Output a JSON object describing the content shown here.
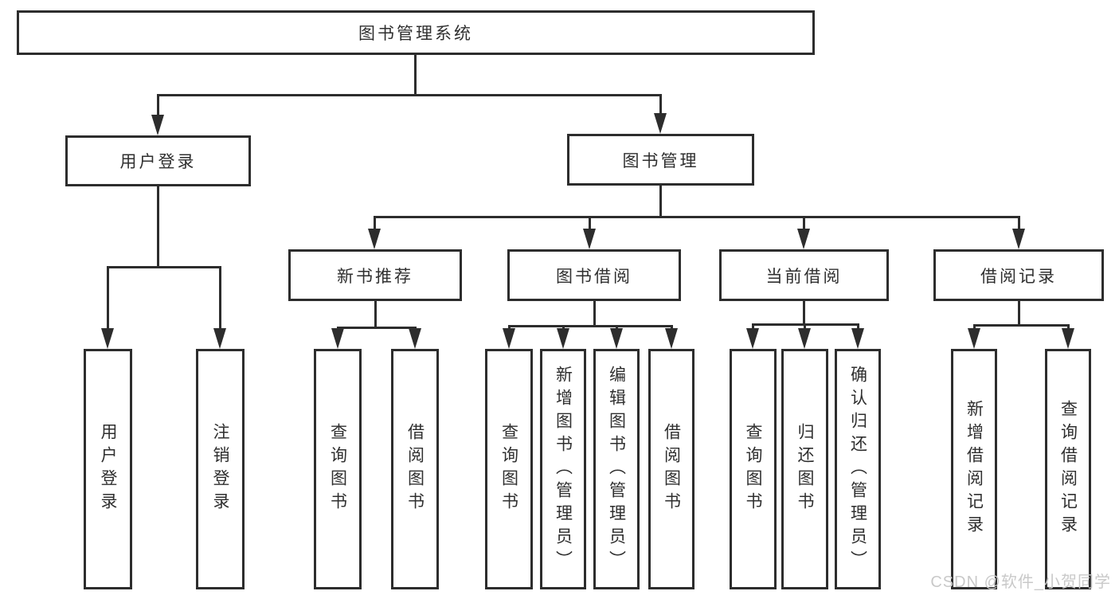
{
  "tree": {
    "root": {
      "label": "图书管理系统",
      "children": [
        {
          "label": "用户登录",
          "children": [
            {
              "label": "用户登录"
            },
            {
              "label": "注销登录"
            }
          ]
        },
        {
          "label": "图书管理",
          "children": [
            {
              "label": "新书推荐",
              "children": [
                {
                  "label": "查询图书"
                },
                {
                  "label": "借阅图书"
                }
              ]
            },
            {
              "label": "图书借阅",
              "children": [
                {
                  "label": "查询图书"
                },
                {
                  "label": "新增图书（管理员）"
                },
                {
                  "label": "编辑图书（管理员）"
                },
                {
                  "label": "借阅图书"
                }
              ]
            },
            {
              "label": "当前借阅",
              "children": [
                {
                  "label": "查询图书"
                },
                {
                  "label": "归还图书"
                },
                {
                  "label": "确认归还（管理员）"
                }
              ]
            },
            {
              "label": "借阅记录",
              "children": [
                {
                  "label": "新增借阅记录"
                },
                {
                  "label": "查询借阅记录"
                }
              ]
            }
          ]
        }
      ]
    }
  },
  "watermark": "CSDN @软件_小贺同学",
  "colors": {
    "line": "#2d2d2d",
    "text": "#2f2f2f",
    "watermark": "#c9c9c9",
    "background": "#ffffff"
  }
}
